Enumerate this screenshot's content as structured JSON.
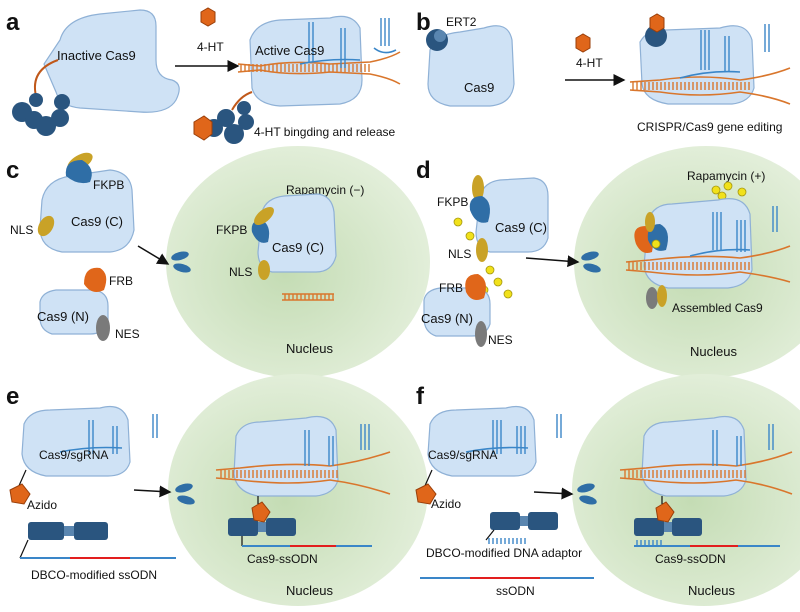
{
  "panels": {
    "a": {
      "label": "a",
      "inactive": "Inactive Cas9",
      "drug": "4-HT",
      "active": "Active Cas9",
      "release": "4-HT bingding and release"
    },
    "b": {
      "label": "b",
      "ert2": "ERT2",
      "cas9": "Cas9",
      "drug": "4-HT",
      "result": "CRISPR/Cas9 gene editing"
    },
    "c": {
      "label": "c",
      "fkpb": "FKPB",
      "nls": "NLS",
      "cas9c": "Cas9 (C)",
      "frb": "FRB",
      "cas9n": "Cas9 (N)",
      "nes": "NES",
      "rapamycin": "Rapamycin (−)",
      "nuc_fkpb": "FKPB",
      "nuc_cas9c": "Cas9 (C)",
      "nuc_nls": "NLS",
      "nucleus": "Nucleus"
    },
    "d": {
      "label": "d",
      "rapamycin": "Rapamycin (+)",
      "fkpb": "FKPB",
      "cas9c": "Cas9 (C)",
      "nls": "NLS",
      "frb": "FRB",
      "cas9n": "Cas9 (N)",
      "nes": "NES",
      "assembled": "Assembled Cas9",
      "nucleus": "Nucleus"
    },
    "e": {
      "label": "e",
      "cas": "Cas9/sgRNA",
      "azido": "Azido",
      "dbco": "DBCO-modified ssODN",
      "product": "Cas9-ssODN",
      "nucleus": "Nucleus"
    },
    "f": {
      "label": "f",
      "cas": "Cas9/sgRNA",
      "azido": "Azido",
      "adaptor": "DBCO-modified DNA adaptor",
      "ssodn": "ssODN",
      "product": "Cas9-ssODN",
      "nucleus": "Nucleus"
    }
  },
  "colors": {
    "cas9_fill": "#cfe2f5",
    "nucleus": "#d9ead0",
    "dark_blue": "#2a557f",
    "mid_blue": "#2f6ea6",
    "orange": "#e0661a",
    "gold": "#c9a227",
    "dna_orange": "#d9762c",
    "rna_blue": "#3a86c8",
    "gray": "#7a7a7a",
    "yellow": "#f1e11a",
    "red": "#e21e1e"
  }
}
